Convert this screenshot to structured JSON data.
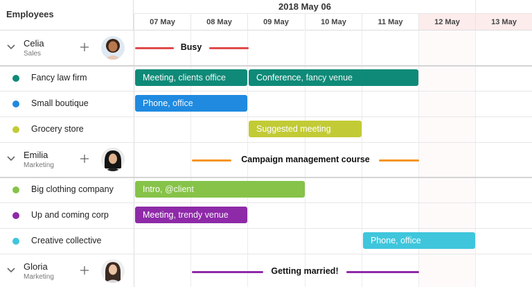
{
  "header": {
    "employees_label": "Employees",
    "date_title": "2018 May 06",
    "days": [
      "07 May",
      "08 May",
      "09 May",
      "10 May",
      "11 May",
      "12 May",
      "13 May"
    ]
  },
  "employees": [
    {
      "name": "Celia",
      "dept": "Sales",
      "summary": {
        "label": "Busy",
        "color": "#e04a4a"
      },
      "resources": [
        {
          "label": "Fancy law firm",
          "color": "#0f8a78",
          "events": [
            {
              "title": "Meeting",
              "loc": ", clients office"
            },
            {
              "title": "Conference",
              "loc": ", fancy venue"
            }
          ]
        },
        {
          "label": "Small boutique",
          "color": "#1f8ae0",
          "events": [
            {
              "title": "Phone",
              "loc": ", office"
            }
          ]
        },
        {
          "label": "Grocery store",
          "color": "#c2cb35",
          "events": [
            {
              "title": "Suggested meeting",
              "loc": ""
            }
          ]
        }
      ]
    },
    {
      "name": "Emilia",
      "dept": "Marketing",
      "summary": {
        "label": "Campaign management course",
        "color": "#f5951f"
      },
      "resources": [
        {
          "label": "Big clothing company",
          "color": "#86c348",
          "events": [
            {
              "title": "Intro",
              "loc": ", @client"
            }
          ]
        },
        {
          "label": "Up and coming corp",
          "color": "#8e2aa8",
          "events": [
            {
              "title": "Meeting",
              "loc": ", trendy venue"
            }
          ]
        },
        {
          "label": "Creative collective",
          "color": "#3fc6dc",
          "events": [
            {
              "title": "Phone",
              "loc": ", office"
            }
          ]
        }
      ]
    },
    {
      "name": "Gloria",
      "dept": "Marketing",
      "summary": {
        "label": "Getting married!",
        "color": "#8e2aa8"
      },
      "resources": []
    }
  ]
}
